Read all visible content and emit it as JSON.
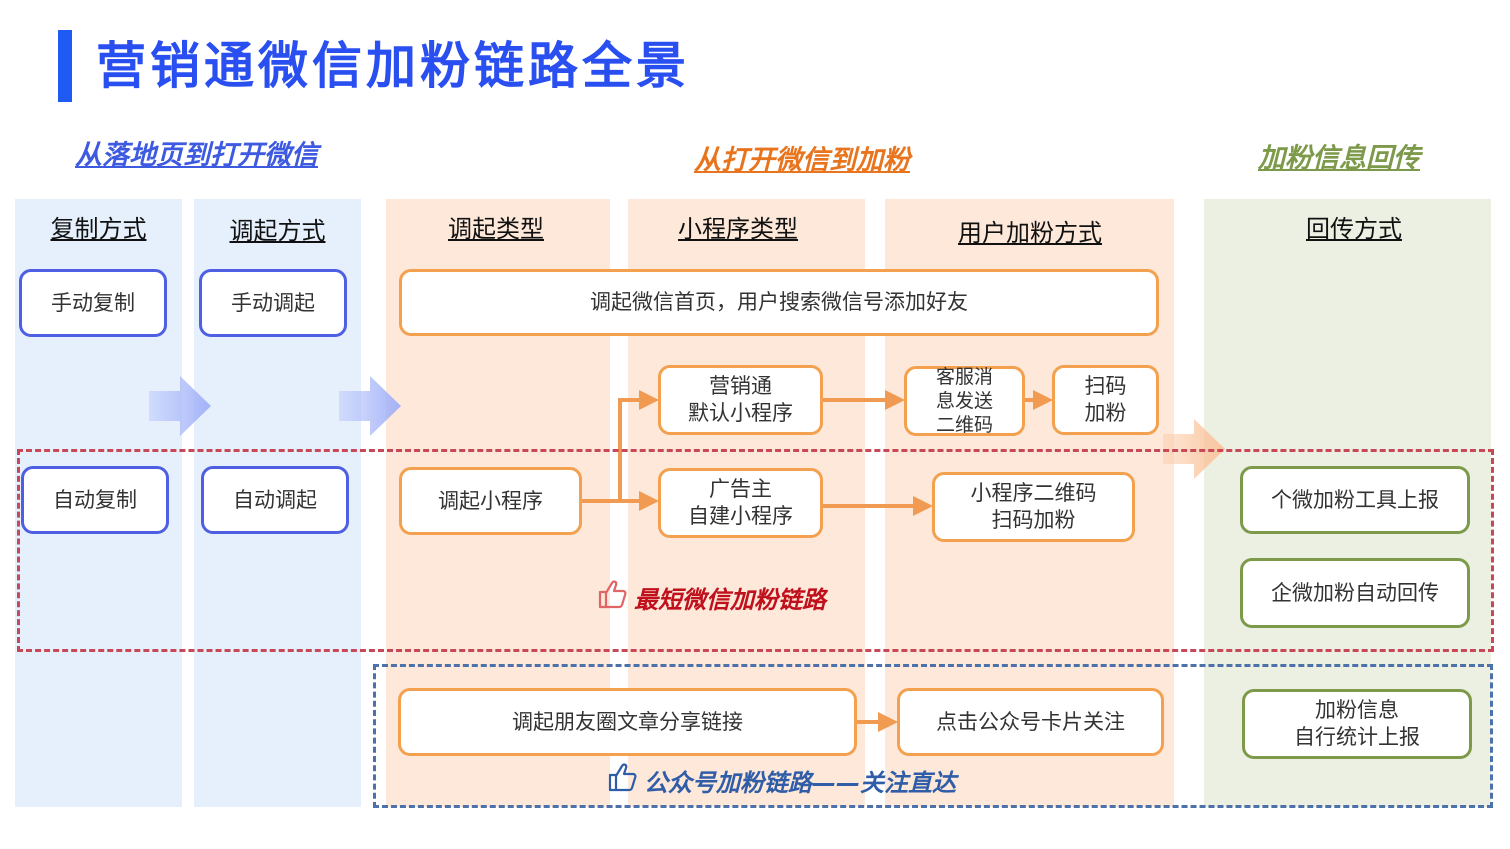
{
  "title": "营销通微信加粉链路全景",
  "sections": {
    "s1": "从落地页到打开微信",
    "s2": "从打开微信到加粉",
    "s3": "加粉信息回传"
  },
  "columns": {
    "c1": "复制方式",
    "c2": "调起方式",
    "c3": "调起类型",
    "c4": "小程序类型",
    "c5": "用户加粉方式",
    "c6": "回传方式"
  },
  "boxes": {
    "manual_copy": "手动复制",
    "manual_invoke": "手动调起",
    "auto_copy": "自动复制",
    "auto_invoke": "自动调起",
    "wechat_home": "调起微信首页，用户搜索微信号添加好友",
    "default_mp": "营销通\n默认小程序",
    "cs_qr": "客服消\n息发送\n二维码",
    "scan_add": "扫码\n加粉",
    "invoke_mp": "调起小程序",
    "adv_mp": "广告主\n自建小程序",
    "mp_qr": "小程序二维码\n扫码加粉",
    "moments": "调起朋友圈文章分享链接",
    "oa_card": "点击公众号卡片关注",
    "personal_report": "个微加粉工具上报",
    "enterprise_report": "企微加粉自动回传",
    "self_stats": "加粉信息\n自行统计上报"
  },
  "notes": {
    "shortest": "最短微信加粉链路",
    "official": "公众号加粉链路——关注直达"
  },
  "icons": {
    "like": "thumbs-up-icon",
    "arrow": "arrow-right-icon"
  },
  "colors": {
    "title": "#2a4ff0",
    "section1": "#3d5ae0",
    "section2": "#e8751e",
    "section3": "#7d9a4a",
    "note_red": "#c0101c",
    "note_blue": "#2f5da8"
  }
}
